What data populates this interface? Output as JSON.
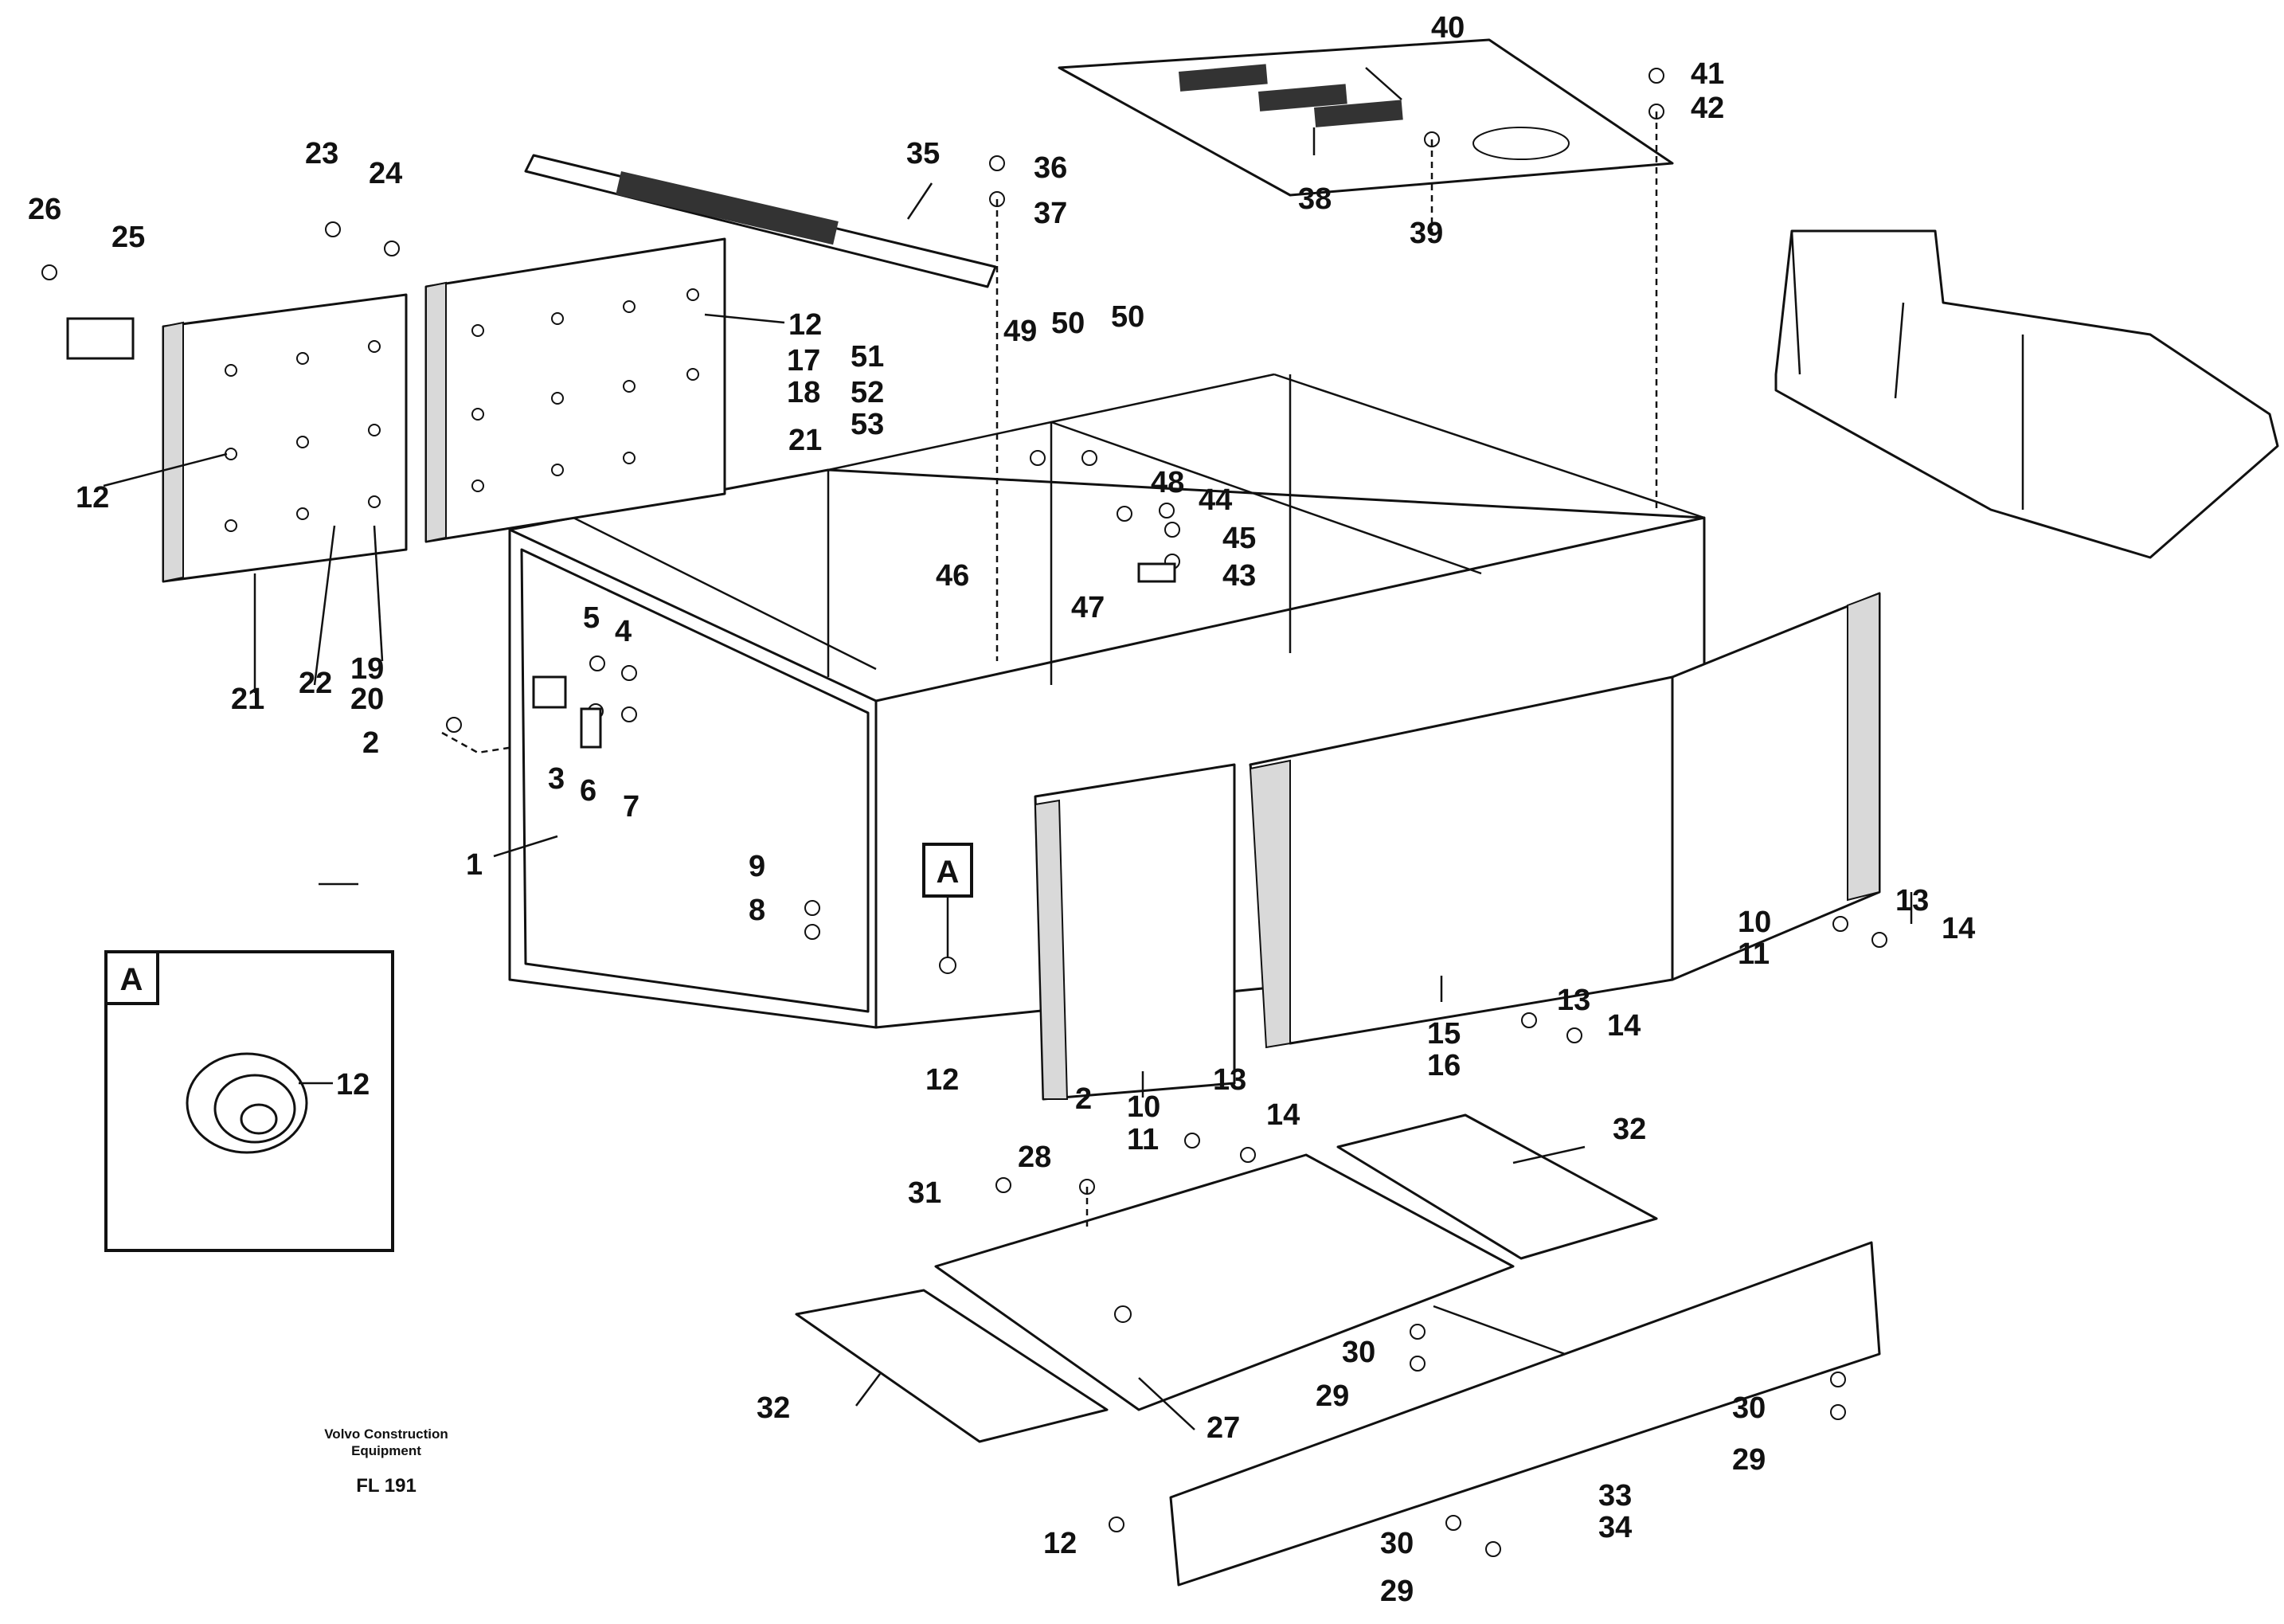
{
  "diagram": {
    "callouts": {
      "c1": "1",
      "c2a": "2",
      "c2b": "2",
      "c3": "3",
      "c4": "4",
      "c5": "5",
      "c6": "6",
      "c7": "7",
      "c8": "8",
      "c9": "9",
      "c10a": "10",
      "c11a": "11",
      "c10b": "10",
      "c11b": "11",
      "c12a": "12",
      "c12b": "12",
      "c12c": "12",
      "c12d": "12",
      "c12e": "12",
      "c13a": "13",
      "c14a": "14",
      "c13b": "13",
      "c14b": "14",
      "c13c": "13",
      "c14c": "14",
      "c15": "15",
      "c16": "16",
      "c17": "17",
      "c18": "18",
      "c19": "19",
      "c20": "20",
      "c21a": "21",
      "c21b": "21",
      "c22": "22",
      "c23": "23",
      "c24": "24",
      "c25": "25",
      "c26": "26",
      "c27": "27",
      "c28": "28",
      "c29a": "29",
      "c29b": "29",
      "c29c": "29",
      "c30a": "30",
      "c30b": "30",
      "c30c": "30",
      "c31": "31",
      "c32a": "32",
      "c32b": "32",
      "c33": "33",
      "c34": "34",
      "c35": "35",
      "c36": "36",
      "c37": "37",
      "c38": "38",
      "c39": "39",
      "c40": "40",
      "c41": "41",
      "c42": "42",
      "c43": "43",
      "c44": "44",
      "c45": "45",
      "c46": "46",
      "c47": "47",
      "c48": "48",
      "c49": "49",
      "c50a": "50",
      "c50b": "50",
      "c51": "51",
      "c52": "52",
      "c53": "53"
    },
    "detail_marker": "A",
    "inset_label": "A"
  },
  "footer": {
    "company_line1": "Volvo Construction",
    "company_line2": "Equipment",
    "figure_code": "FL 191"
  }
}
